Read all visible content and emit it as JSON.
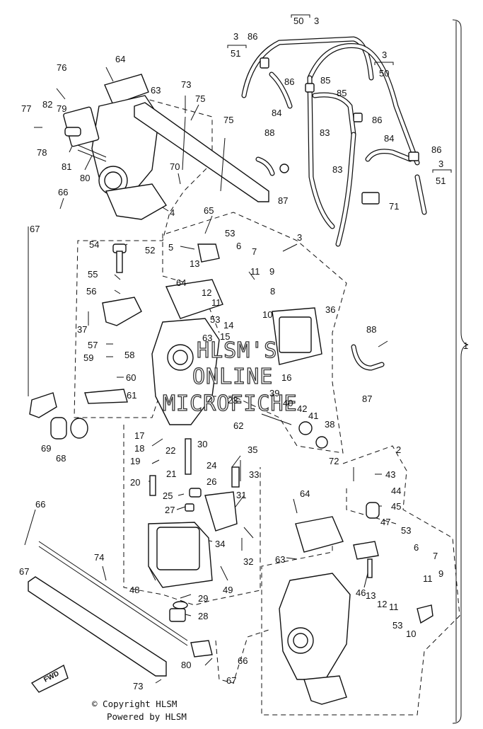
{
  "watermark": {
    "line1": "HLSM'S",
    "line2": "ONLINE",
    "line3": "MICROFICHE"
  },
  "footer": {
    "copyright": "© Copyright HLSM",
    "powered": "Powered by HLSM"
  },
  "fwd_label": "FWD",
  "callouts": {
    "c50a": "50",
    "c3a": "3",
    "c3b": "3",
    "c51a": "51",
    "c86a": "86",
    "c3c": "3",
    "c50b": "50",
    "c64a": "64",
    "c76": "76",
    "c63a": "63",
    "c73a": "73",
    "c75a": "75",
    "c86b": "86",
    "c85a": "85",
    "c85b": "85",
    "c86c": "86",
    "c77": "77",
    "c82": "82",
    "c79": "79",
    "c84a": "84",
    "c78": "78",
    "c75b": "75",
    "c83a": "83",
    "c88a": "88",
    "c81": "81",
    "c80a": "80",
    "c84b": "84",
    "c86d": "86",
    "c70": "70",
    "c83b": "83",
    "c3d": "3",
    "c51b": "51",
    "c66a": "66",
    "c87a": "87",
    "c71": "71",
    "c4": "4",
    "c65": "65",
    "c67a": "67",
    "c3e": "3",
    "c53a": "53",
    "c54": "54",
    "c52": "52",
    "c5": "5",
    "c6a": "6",
    "c7a": "7",
    "c13a": "13",
    "c55": "55",
    "c11a": "11",
    "c9a": "9",
    "c12a": "12",
    "c11b": "11",
    "c56": "56",
    "c64b": "64",
    "c8": "8",
    "c10a": "10",
    "c36": "36",
    "c37": "37",
    "c53b": "53",
    "c14": "14",
    "c15": "15",
    "c88b": "88",
    "c63b": "63",
    "c57": "57",
    "c58": "58",
    "c1": "1",
    "c59": "59",
    "c60": "60",
    "c16": "16",
    "c87b": "87",
    "c61": "61",
    "c39": "39",
    "c23": "23",
    "c40": "40",
    "c42": "42",
    "c41": "41",
    "c38": "38",
    "c62": "62",
    "c69": "69",
    "c17": "17",
    "c30": "30",
    "c35": "35",
    "c68": "68",
    "c18": "18",
    "c2": "2",
    "c72": "72",
    "c43": "43",
    "c19": "19",
    "c22": "22",
    "c24": "24",
    "c21": "21",
    "c33": "33",
    "c20": "20",
    "c26": "26",
    "c44": "44",
    "c25": "25",
    "c31": "31",
    "c64c": "64",
    "c45": "45",
    "c66b": "66",
    "c27": "27",
    "c47": "47",
    "c53c": "53",
    "c34": "34",
    "c6b": "6",
    "c7b": "7",
    "c67b": "67",
    "c74": "74",
    "c32": "32",
    "c63c": "63",
    "c11c": "11",
    "c9b": "9",
    "c48": "48",
    "c29": "29",
    "c49": "49",
    "c46": "46",
    "c13b": "13",
    "c12b": "12",
    "c11d": "11",
    "c28": "28",
    "c53d": "53",
    "c10b": "10",
    "c80b": "80",
    "c66c": "66",
    "c67c": "67",
    "c73b": "73"
  }
}
